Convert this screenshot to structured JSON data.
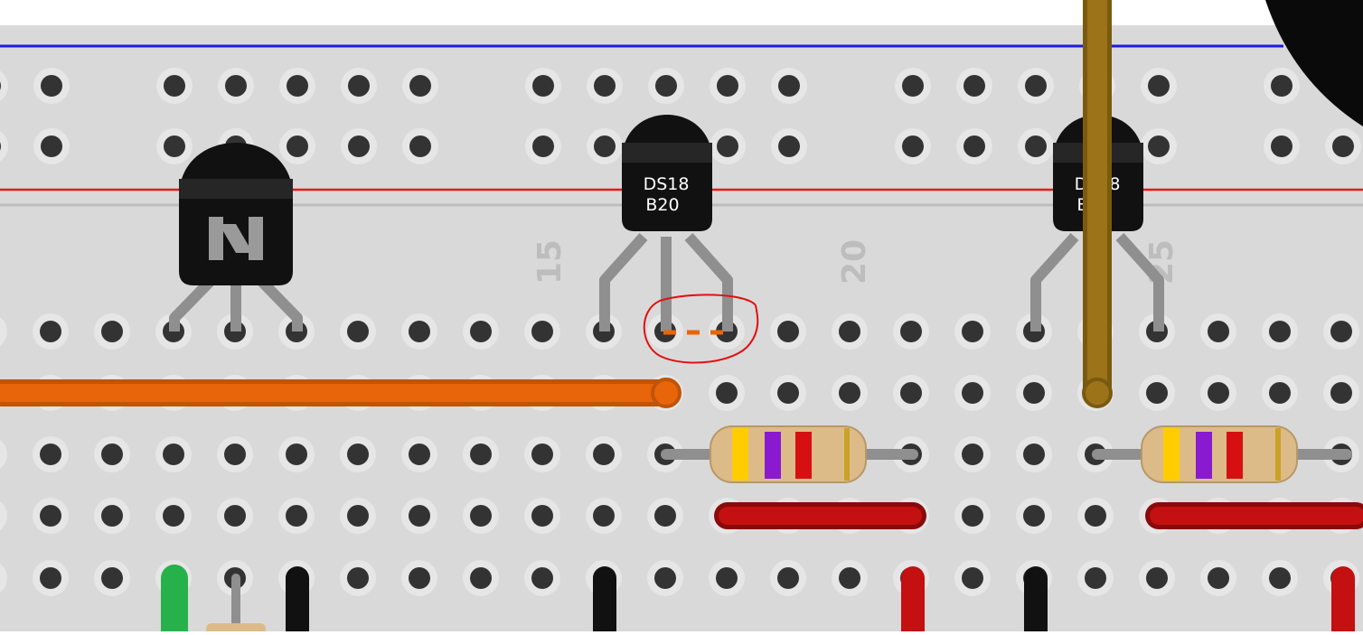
{
  "colors": {
    "board": "#d9d9d9",
    "top_strip": "#ffffff",
    "rail_blue": "#1a1ae6",
    "rail_red": "#e61a1a",
    "hole": "#333333",
    "hole_connected": "#2e6b2e",
    "glow": "#7ee87e",
    "wire_orange": "#e8650a",
    "wire_brown": "#9c7318",
    "wire_red": "#c41010",
    "wire_black": "#111111",
    "wire_green": "#2ecc55",
    "resistor_body": "#ddbb88",
    "annotation": "#e01010"
  },
  "column_labels": [
    "15",
    "20",
    "25"
  ],
  "sensor_1": {
    "label_line1": "DS18",
    "label_line2": "B20"
  },
  "sensor_2": {
    "label_line1": "DS18",
    "label_line2": "B20"
  },
  "transistor": {
    "logo": "N-logo-icon"
  },
  "resistor_bands": [
    "#ffcc00",
    "#8a1ad0",
    "#d61010",
    "#c9a227"
  ]
}
